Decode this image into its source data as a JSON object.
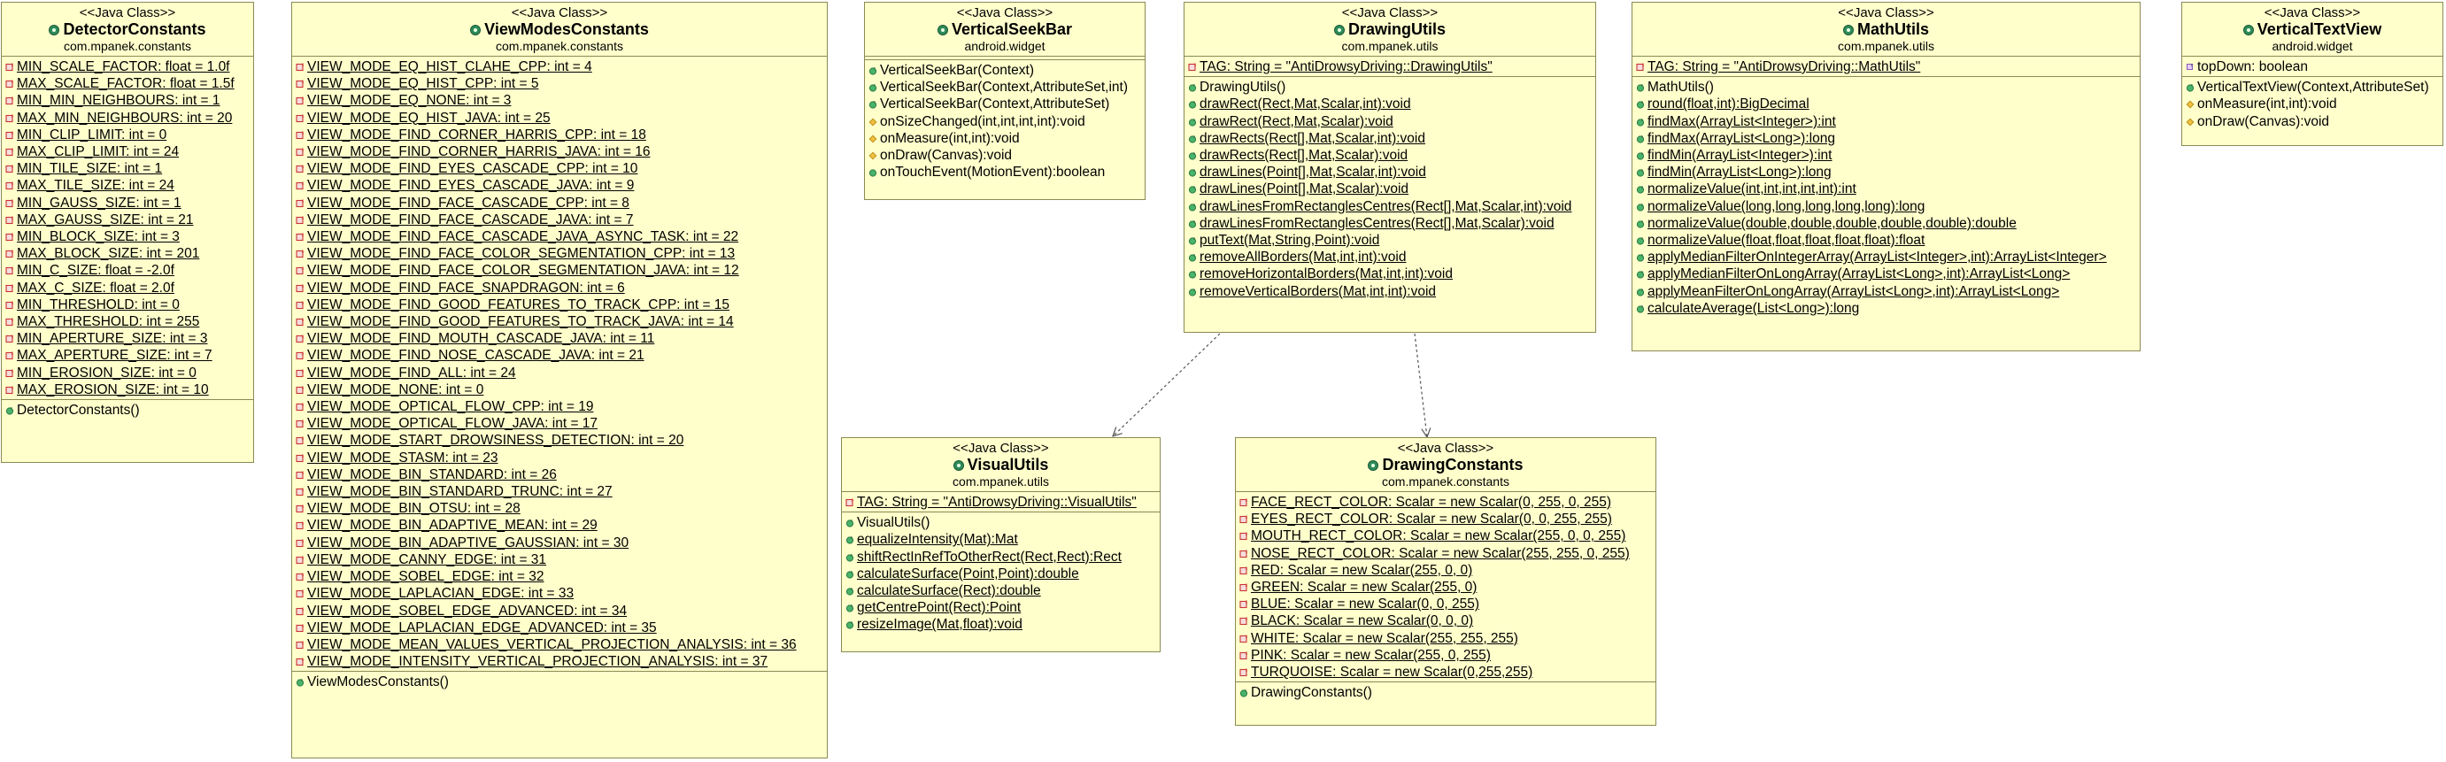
{
  "classes": [
    {
      "id": "detectorconstants",
      "stereotype": "<<Java Class>>",
      "name": "DetectorConstants",
      "package": "com.mpanek.constants",
      "fields": [
        {
          "text": "MIN_SCALE_FACTOR: float = 1.0f",
          "static": true
        },
        {
          "text": "MAX_SCALE_FACTOR: float = 1.5f",
          "static": true
        },
        {
          "text": "MIN_MIN_NEIGHBOURS: int = 1",
          "static": true
        },
        {
          "text": "MAX_MIN_NEIGHBOURS: int = 20",
          "static": true
        },
        {
          "text": "MIN_CLIP_LIMIT: int = 0",
          "static": true
        },
        {
          "text": "MAX_CLIP_LIMIT: int = 24",
          "static": true
        },
        {
          "text": "MIN_TILE_SIZE: int = 1",
          "static": true
        },
        {
          "text": "MAX_TILE_SIZE: int = 24",
          "static": true
        },
        {
          "text": "MIN_GAUSS_SIZE: int = 1",
          "static": true
        },
        {
          "text": "MAX_GAUSS_SIZE: int = 21",
          "static": true
        },
        {
          "text": "MIN_BLOCK_SIZE: int = 3",
          "static": true
        },
        {
          "text": "MAX_BLOCK_SIZE: int = 201",
          "static": true
        },
        {
          "text": "MIN_C_SIZE: float = -2.0f",
          "static": true
        },
        {
          "text": "MAX_C_SIZE: float = 2.0f",
          "static": true
        },
        {
          "text": "MIN_THRESHOLD: int = 0",
          "static": true
        },
        {
          "text": "MAX_THRESHOLD: int = 255",
          "static": true
        },
        {
          "text": "MIN_APERTURE_SIZE: int = 3",
          "static": true
        },
        {
          "text": "MAX_APERTURE_SIZE: int = 7",
          "static": true
        },
        {
          "text": "MIN_EROSION_SIZE: int = 0",
          "static": true
        },
        {
          "text": "MAX_EROSION_SIZE: int = 10",
          "static": true
        }
      ],
      "methods": [
        {
          "text": "DetectorConstants()",
          "static": false,
          "kind": "ctor"
        }
      ]
    },
    {
      "id": "viewmodesconstants",
      "stereotype": "<<Java Class>>",
      "name": "ViewModesConstants",
      "package": "com.mpanek.constants",
      "fields": [
        {
          "text": "VIEW_MODE_EQ_HIST_CLAHE_CPP: int = 4",
          "static": true
        },
        {
          "text": "VIEW_MODE_EQ_HIST_CPP: int = 5",
          "static": true
        },
        {
          "text": "VIEW_MODE_EQ_NONE: int = 3",
          "static": true
        },
        {
          "text": "VIEW_MODE_EQ_HIST_JAVA: int = 25",
          "static": true
        },
        {
          "text": "VIEW_MODE_FIND_CORNER_HARRIS_CPP: int = 18",
          "static": true
        },
        {
          "text": "VIEW_MODE_FIND_CORNER_HARRIS_JAVA: int = 16",
          "static": true
        },
        {
          "text": "VIEW_MODE_FIND_EYES_CASCADE_CPP: int = 10",
          "static": true
        },
        {
          "text": "VIEW_MODE_FIND_EYES_CASCADE_JAVA: int = 9",
          "static": true
        },
        {
          "text": "VIEW_MODE_FIND_FACE_CASCADE_CPP: int = 8",
          "static": true
        },
        {
          "text": "VIEW_MODE_FIND_FACE_CASCADE_JAVA: int = 7",
          "static": true
        },
        {
          "text": "VIEW_MODE_FIND_FACE_CASCADE_JAVA_ASYNC_TASK: int = 22",
          "static": true
        },
        {
          "text": "VIEW_MODE_FIND_FACE_COLOR_SEGMENTATION_CPP: int = 13",
          "static": true
        },
        {
          "text": "VIEW_MODE_FIND_FACE_COLOR_SEGMENTATION_JAVA: int = 12",
          "static": true
        },
        {
          "text": "VIEW_MODE_FIND_FACE_SNAPDRAGON: int = 6",
          "static": true
        },
        {
          "text": "VIEW_MODE_FIND_GOOD_FEATURES_TO_TRACK_CPP: int = 15",
          "static": true
        },
        {
          "text": "VIEW_MODE_FIND_GOOD_FEATURES_TO_TRACK_JAVA: int = 14",
          "static": true
        },
        {
          "text": "VIEW_MODE_FIND_MOUTH_CASCADE_JAVA: int = 11",
          "static": true
        },
        {
          "text": "VIEW_MODE_FIND_NOSE_CASCADE_JAVA: int = 21",
          "static": true
        },
        {
          "text": "VIEW_MODE_FIND_ALL: int = 24",
          "static": true
        },
        {
          "text": "VIEW_MODE_NONE: int = 0",
          "static": true
        },
        {
          "text": "VIEW_MODE_OPTICAL_FLOW_CPP: int = 19",
          "static": true
        },
        {
          "text": "VIEW_MODE_OPTICAL_FLOW_JAVA: int = 17",
          "static": true
        },
        {
          "text": "VIEW_MODE_START_DROWSINESS_DETECTION: int = 20",
          "static": true
        },
        {
          "text": "VIEW_MODE_STASM: int = 23",
          "static": true
        },
        {
          "text": "VIEW_MODE_BIN_STANDARD: int = 26",
          "static": true
        },
        {
          "text": "VIEW_MODE_BIN_STANDARD_TRUNC: int = 27",
          "static": true
        },
        {
          "text": "VIEW_MODE_BIN_OTSU: int = 28",
          "static": true
        },
        {
          "text": "VIEW_MODE_BIN_ADAPTIVE_MEAN: int = 29",
          "static": true
        },
        {
          "text": "VIEW_MODE_BIN_ADAPTIVE_GAUSSIAN: int = 30",
          "static": true
        },
        {
          "text": "VIEW_MODE_CANNY_EDGE: int = 31",
          "static": true
        },
        {
          "text": "VIEW_MODE_SOBEL_EDGE: int = 32",
          "static": true
        },
        {
          "text": "VIEW_MODE_LAPLACIAN_EDGE: int = 33",
          "static": true
        },
        {
          "text": "VIEW_MODE_SOBEL_EDGE_ADVANCED: int = 34",
          "static": true
        },
        {
          "text": "VIEW_MODE_LAPLACIAN_EDGE_ADVANCED: int = 35",
          "static": true
        },
        {
          "text": "VIEW_MODE_MEAN_VALUES_VERTICAL_PROJECTION_ANALYSIS: int = 36",
          "static": true
        },
        {
          "text": "VIEW_MODE_INTENSITY_VERTICAL_PROJECTION_ANALYSIS: int = 37",
          "static": true
        }
      ],
      "methods": [
        {
          "text": "ViewModesConstants()",
          "static": false,
          "kind": "ctor"
        }
      ]
    },
    {
      "id": "verticalseekbar",
      "stereotype": "<<Java Class>>",
      "name": "VerticalSeekBar",
      "package": "android.widget",
      "fields": [],
      "methods": [
        {
          "text": "VerticalSeekBar(Context)",
          "static": false,
          "kind": "ctor"
        },
        {
          "text": "VerticalSeekBar(Context,AttributeSet,int)",
          "static": false,
          "kind": "ctor"
        },
        {
          "text": "VerticalSeekBar(Context,AttributeSet)",
          "static": false,
          "kind": "ctor"
        },
        {
          "text": "onSizeChanged(int,int,int,int):void",
          "static": false,
          "kind": "protected"
        },
        {
          "text": "onMeasure(int,int):void",
          "static": false,
          "kind": "protected"
        },
        {
          "text": "onDraw(Canvas):void",
          "static": false,
          "kind": "protected"
        },
        {
          "text": "onTouchEvent(MotionEvent):boolean",
          "static": false,
          "kind": "public"
        }
      ]
    },
    {
      "id": "drawingutils",
      "stereotype": "<<Java Class>>",
      "name": "DrawingUtils",
      "package": "com.mpanek.utils",
      "fields": [
        {
          "text": "TAG: String = \"AntiDrowsyDriving::DrawingUtils\"",
          "static": true
        }
      ],
      "methods": [
        {
          "text": "DrawingUtils()",
          "static": false,
          "kind": "ctor"
        },
        {
          "text": "drawRect(Rect,Mat,Scalar,int):void",
          "static": true,
          "kind": "public"
        },
        {
          "text": "drawRect(Rect,Mat,Scalar):void",
          "static": true,
          "kind": "public"
        },
        {
          "text": "drawRects(Rect[],Mat,Scalar,int):void",
          "static": true,
          "kind": "public"
        },
        {
          "text": "drawRects(Rect[],Mat,Scalar):void",
          "static": true,
          "kind": "public"
        },
        {
          "text": "drawLines(Point[],Mat,Scalar,int):void",
          "static": true,
          "kind": "public"
        },
        {
          "text": "drawLines(Point[],Mat,Scalar):void",
          "static": true,
          "kind": "public"
        },
        {
          "text": "drawLinesFromRectanglesCentres(Rect[],Mat,Scalar,int):void",
          "static": true,
          "kind": "public"
        },
        {
          "text": "drawLinesFromRectanglesCentres(Rect[],Mat,Scalar):void",
          "static": true,
          "kind": "public"
        },
        {
          "text": "putText(Mat,String,Point):void",
          "static": true,
          "kind": "public"
        },
        {
          "text": "removeAllBorders(Mat,int,int):void",
          "static": true,
          "kind": "public"
        },
        {
          "text": "removeHorizontalBorders(Mat,int,int):void",
          "static": true,
          "kind": "public"
        },
        {
          "text": "removeVerticalBorders(Mat,int,int):void",
          "static": true,
          "kind": "public"
        }
      ]
    },
    {
      "id": "mathutils",
      "stereotype": "<<Java Class>>",
      "name": "MathUtils",
      "package": "com.mpanek.utils",
      "fields": [
        {
          "text": "TAG: String = \"AntiDrowsyDriving::MathUtils\"",
          "static": true
        }
      ],
      "methods": [
        {
          "text": "MathUtils()",
          "static": false,
          "kind": "ctor"
        },
        {
          "text": "round(float,int):BigDecimal",
          "static": true,
          "kind": "public"
        },
        {
          "text": "findMax(ArrayList<Integer>):int",
          "static": true,
          "kind": "public"
        },
        {
          "text": "findMax(ArrayList<Long>):long",
          "static": true,
          "kind": "public"
        },
        {
          "text": "findMin(ArrayList<Integer>):int",
          "static": true,
          "kind": "public"
        },
        {
          "text": "findMin(ArrayList<Long>):long",
          "static": true,
          "kind": "public"
        },
        {
          "text": "normalizeValue(int,int,int,int,int):int",
          "static": true,
          "kind": "public"
        },
        {
          "text": "normalizeValue(long,long,long,long,long):long",
          "static": true,
          "kind": "public"
        },
        {
          "text": "normalizeValue(double,double,double,double,double):double",
          "static": true,
          "kind": "public"
        },
        {
          "text": "normalizeValue(float,float,float,float,float):float",
          "static": true,
          "kind": "public"
        },
        {
          "text": "applyMedianFilterOnIntegerArray(ArrayList<Integer>,int):ArrayList<Integer>",
          "static": true,
          "kind": "public"
        },
        {
          "text": "applyMedianFilterOnLongArray(ArrayList<Long>,int):ArrayList<Long>",
          "static": true,
          "kind": "public"
        },
        {
          "text": "applyMeanFilterOnLongArray(ArrayList<Long>,int):ArrayList<Long>",
          "static": true,
          "kind": "public"
        },
        {
          "text": "calculateAverage(List<Long>):long",
          "static": true,
          "kind": "public"
        }
      ]
    },
    {
      "id": "verticaltextview",
      "stereotype": "<<Java Class>>",
      "name": "VerticalTextView",
      "package": "android.widget",
      "fields": [
        {
          "text": "topDown: boolean",
          "static": false,
          "kind": "field-private"
        }
      ],
      "methods": [
        {
          "text": "VerticalTextView(Context,AttributeSet)",
          "static": false,
          "kind": "ctor"
        },
        {
          "text": "onMeasure(int,int):void",
          "static": false,
          "kind": "protected"
        },
        {
          "text": "onDraw(Canvas):void",
          "static": false,
          "kind": "protected"
        }
      ]
    },
    {
      "id": "visualutils",
      "stereotype": "<<Java Class>>",
      "name": "VisualUtils",
      "package": "com.mpanek.utils",
      "fields": [
        {
          "text": "TAG: String = \"AntiDrowsyDriving::VisualUtils\"",
          "static": true
        }
      ],
      "methods": [
        {
          "text": "VisualUtils()",
          "static": false,
          "kind": "ctor"
        },
        {
          "text": "equalizeIntensity(Mat):Mat",
          "static": true,
          "kind": "public"
        },
        {
          "text": "shiftRectInRefToOtherRect(Rect,Rect):Rect",
          "static": true,
          "kind": "public"
        },
        {
          "text": "calculateSurface(Point,Point):double",
          "static": true,
          "kind": "public"
        },
        {
          "text": "calculateSurface(Rect):double",
          "static": true,
          "kind": "public"
        },
        {
          "text": "getCentrePoint(Rect):Point",
          "static": true,
          "kind": "public"
        },
        {
          "text": "resizeImage(Mat,float):void",
          "static": true,
          "kind": "public"
        }
      ]
    },
    {
      "id": "drawingconstants",
      "stereotype": "<<Java Class>>",
      "name": "DrawingConstants",
      "package": "com.mpanek.constants",
      "fields": [
        {
          "text": "FACE_RECT_COLOR: Scalar = new Scalar(0, 255, 0, 255)",
          "static": true
        },
        {
          "text": "EYES_RECT_COLOR: Scalar = new Scalar(0, 0, 255, 255)",
          "static": true
        },
        {
          "text": "MOUTH_RECT_COLOR: Scalar = new Scalar(255, 0, 0, 255)",
          "static": true
        },
        {
          "text": "NOSE_RECT_COLOR: Scalar = new Scalar(255, 255, 0, 255)",
          "static": true
        },
        {
          "text": "RED: Scalar = new Scalar(255, 0, 0)",
          "static": true
        },
        {
          "text": "GREEN: Scalar = new Scalar(255, 0)",
          "static": true
        },
        {
          "text": "BLUE: Scalar = new Scalar(0, 0, 255)",
          "static": true
        },
        {
          "text": "BLACK: Scalar = new Scalar(0, 0, 0)",
          "static": true
        },
        {
          "text": "WHITE: Scalar = new Scalar(255, 255, 255)",
          "static": true
        },
        {
          "text": "PINK: Scalar = new Scalar(255, 0, 255)",
          "static": true
        },
        {
          "text": "TURQUOISE: Scalar = new Scalar(0,255,255)",
          "static": true
        }
      ],
      "methods": [
        {
          "text": "DrawingConstants()",
          "static": false,
          "kind": "ctor"
        }
      ]
    }
  ],
  "dependencies": [
    {
      "from": "drawingutils",
      "to": "visualutils",
      "style": "dashed"
    },
    {
      "from": "drawingutils",
      "to": "drawingconstants",
      "style": "dashed"
    }
  ],
  "colors": {
    "class_fill": "#ffffcc",
    "class_border": "#8a8a52",
    "class_icon": "#2e8b57",
    "link": "#555555"
  }
}
